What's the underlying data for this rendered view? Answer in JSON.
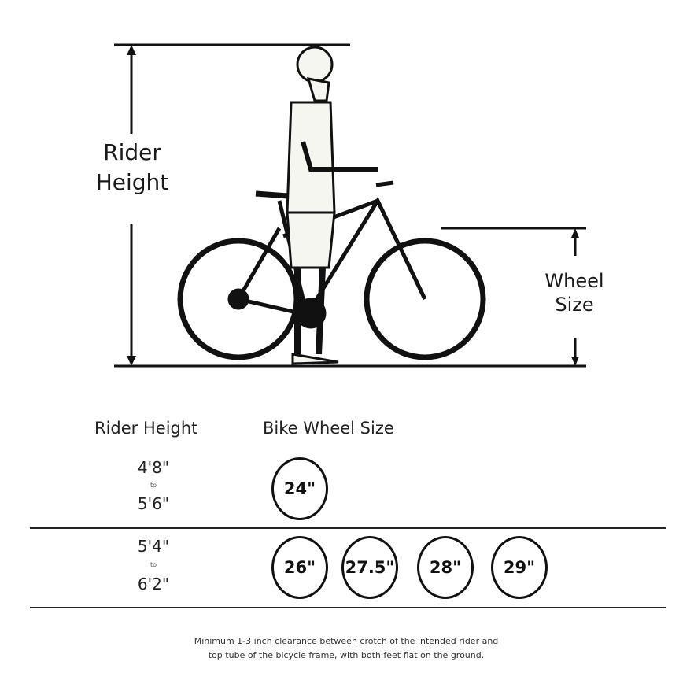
{
  "diagram": {
    "rider_height_label": [
      "Rider",
      "Height"
    ],
    "wheel_size_label": [
      "Wheel",
      "Size"
    ]
  },
  "table": {
    "headers": {
      "rider_height": "Rider Height",
      "wheel_size": "Bike Wheel Size"
    },
    "rows": [
      {
        "from": "4'8\"",
        "to_word": "to",
        "to": "5'6\"",
        "sizes": [
          "24\""
        ]
      },
      {
        "from": "5'4\"",
        "to_word": "to",
        "to": "6'2\"",
        "sizes": [
          "26\"",
          "27.5\"",
          "28\"",
          "29\""
        ]
      }
    ]
  },
  "footnote": [
    "Minimum 1-3 inch clearance between crotch of the intended rider and",
    "top tube of the bicycle frame, with both feet flat on the ground."
  ]
}
